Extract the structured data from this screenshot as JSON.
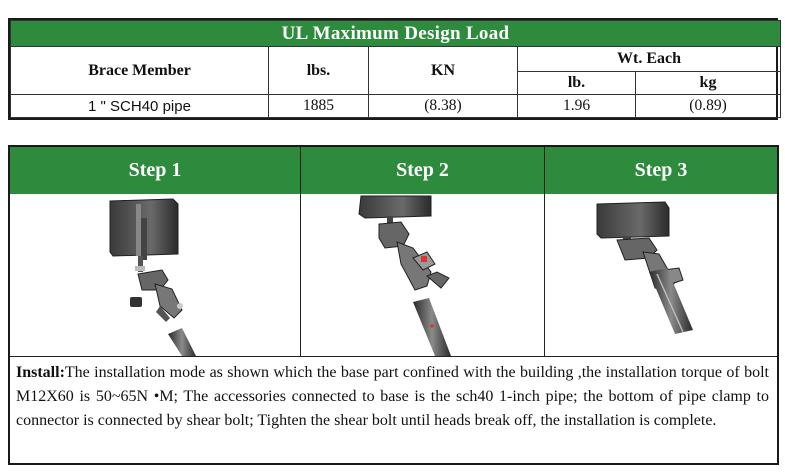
{
  "load_table": {
    "title": "UL Maximum Design Load",
    "headers": {
      "member": "Brace Member",
      "lbs": "lbs.",
      "kn": "KN",
      "wt_each": "Wt. Each",
      "lb": "lb.",
      "kg": "kg"
    },
    "row": {
      "member": "1 \"   SCH40 pipe",
      "lbs": "1885",
      "kn": "(8.38)",
      "lb": "1.96",
      "kg": "(0.89)"
    }
  },
  "steps": {
    "labels": [
      "Step 1",
      "Step 2",
      "Step 3"
    ],
    "images": [
      "step-1-exploded-assembly",
      "step-2-partial-assembly",
      "step-3-complete-assembly"
    ]
  },
  "install": {
    "label": "Install:",
    "text": "The installation mode as shown which the base part confined with the building ,the installation torque of bolt M12X60 is 50~65N •M;   The accessories connected to base is the sch40 1-inch pipe; the bottom of pipe clamp to connector is connected by shear bolt;   Tighten the shear bolt until heads break off, the installation is complete."
  },
  "colors": {
    "header_green": "#2e8b3e",
    "header_text": "#ffffff",
    "border": "#1a1a1a"
  }
}
